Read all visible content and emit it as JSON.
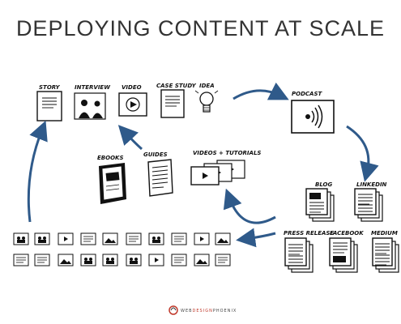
{
  "title": "DEPLOYING CONTENT AT SCALE",
  "top_row": {
    "story": "STORY",
    "interview": "INTERVIEW",
    "video": "VIDEO",
    "case_study": "CASE STUDY",
    "idea": "IDEA"
  },
  "podcast": "PODCAST",
  "middle": {
    "ebooks": "EBOOKS",
    "guides": "GUIDES",
    "videos_tutorials": "VIDEOS + TUTORIALS"
  },
  "right": {
    "blog": "BLOG",
    "linkedin": "LINKEDIN",
    "press_release": "PRESS RELEASE",
    "facebook": "FACEBOOK",
    "medium": "MEDIUM"
  },
  "brand": {
    "prefix": "WEB",
    "highlight": "DESIGN",
    "suffix": "PHOENIX"
  },
  "colors": {
    "arrow": "#2f5a8a",
    "ink": "#111111",
    "brand_highlight": "#c0392b"
  }
}
